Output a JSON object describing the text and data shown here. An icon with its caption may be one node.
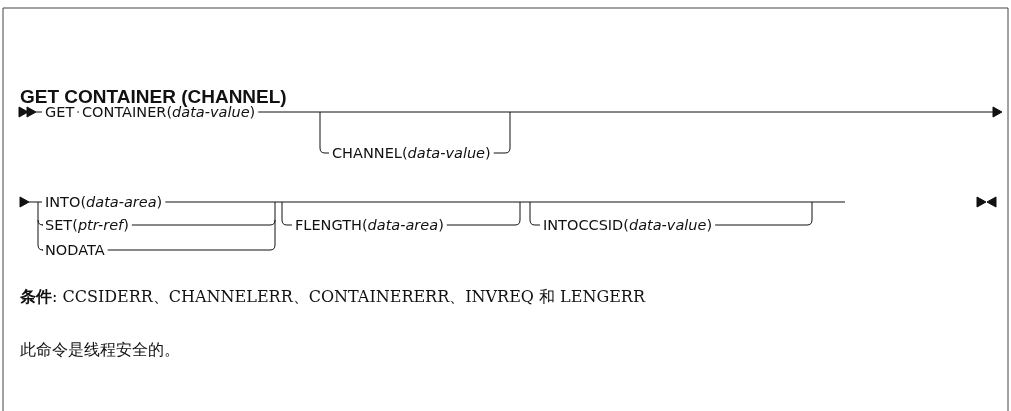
{
  "diagram": {
    "title": "GET CONTAINER (CHANNEL)",
    "labels": [
      "GET",
      "CONTAINER(*data-value*)",
      "CHANNEL(*data-value*)",
      "INTO(*data-area*)",
      "SET(*ptr-ref*)",
      "NODATA",
      "FLENGTH(*data-area*)",
      "INTOCCSID(*data-value*)",
      "**条件**: CCSIDERR、CHANNELERR、CONTAINERERR、INVREQ 和 LENGERR",
      "此命令是线程安全的。"
    ]
  }
}
